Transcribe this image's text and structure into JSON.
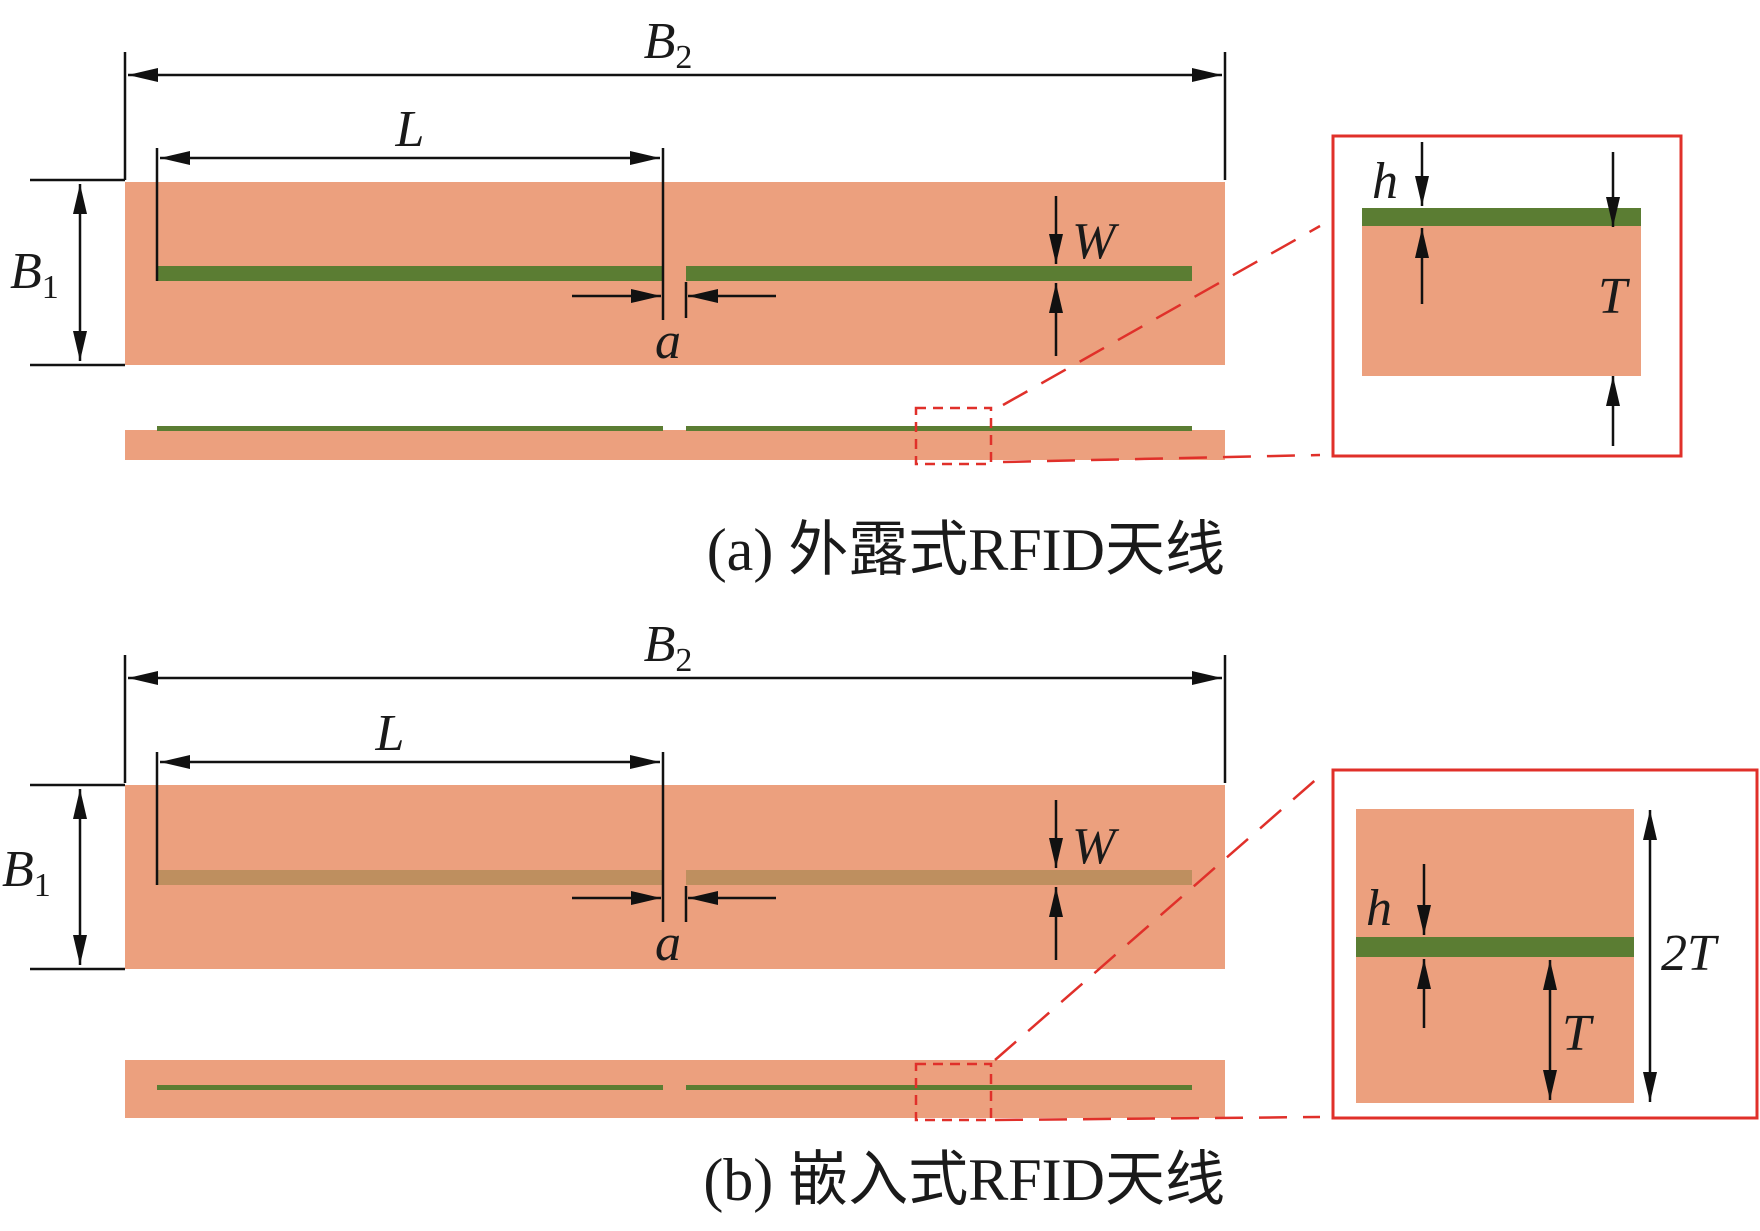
{
  "colors": {
    "substrate": "#ECA07E",
    "antenna": "#5B7D33",
    "antenna_embedded_top": "#BE8F5F",
    "callout": "#E0302A",
    "ink": "#111111"
  },
  "panel_a": {
    "caption": "(a)  外露式RFID天线",
    "labels": {
      "B2": "B",
      "B2_sub": "2",
      "B1": "B",
      "B1_sub": "1",
      "L": "L",
      "W": "W",
      "a": "a",
      "h": "h",
      "T": "T"
    }
  },
  "panel_b": {
    "caption": "(b)  嵌入式RFID天线",
    "labels": {
      "B2": "B",
      "B2_sub": "2",
      "B1": "B",
      "B1_sub": "1",
      "L": "L",
      "W": "W",
      "a": "a",
      "h": "h",
      "T": "T",
      "2T": "2T"
    }
  }
}
